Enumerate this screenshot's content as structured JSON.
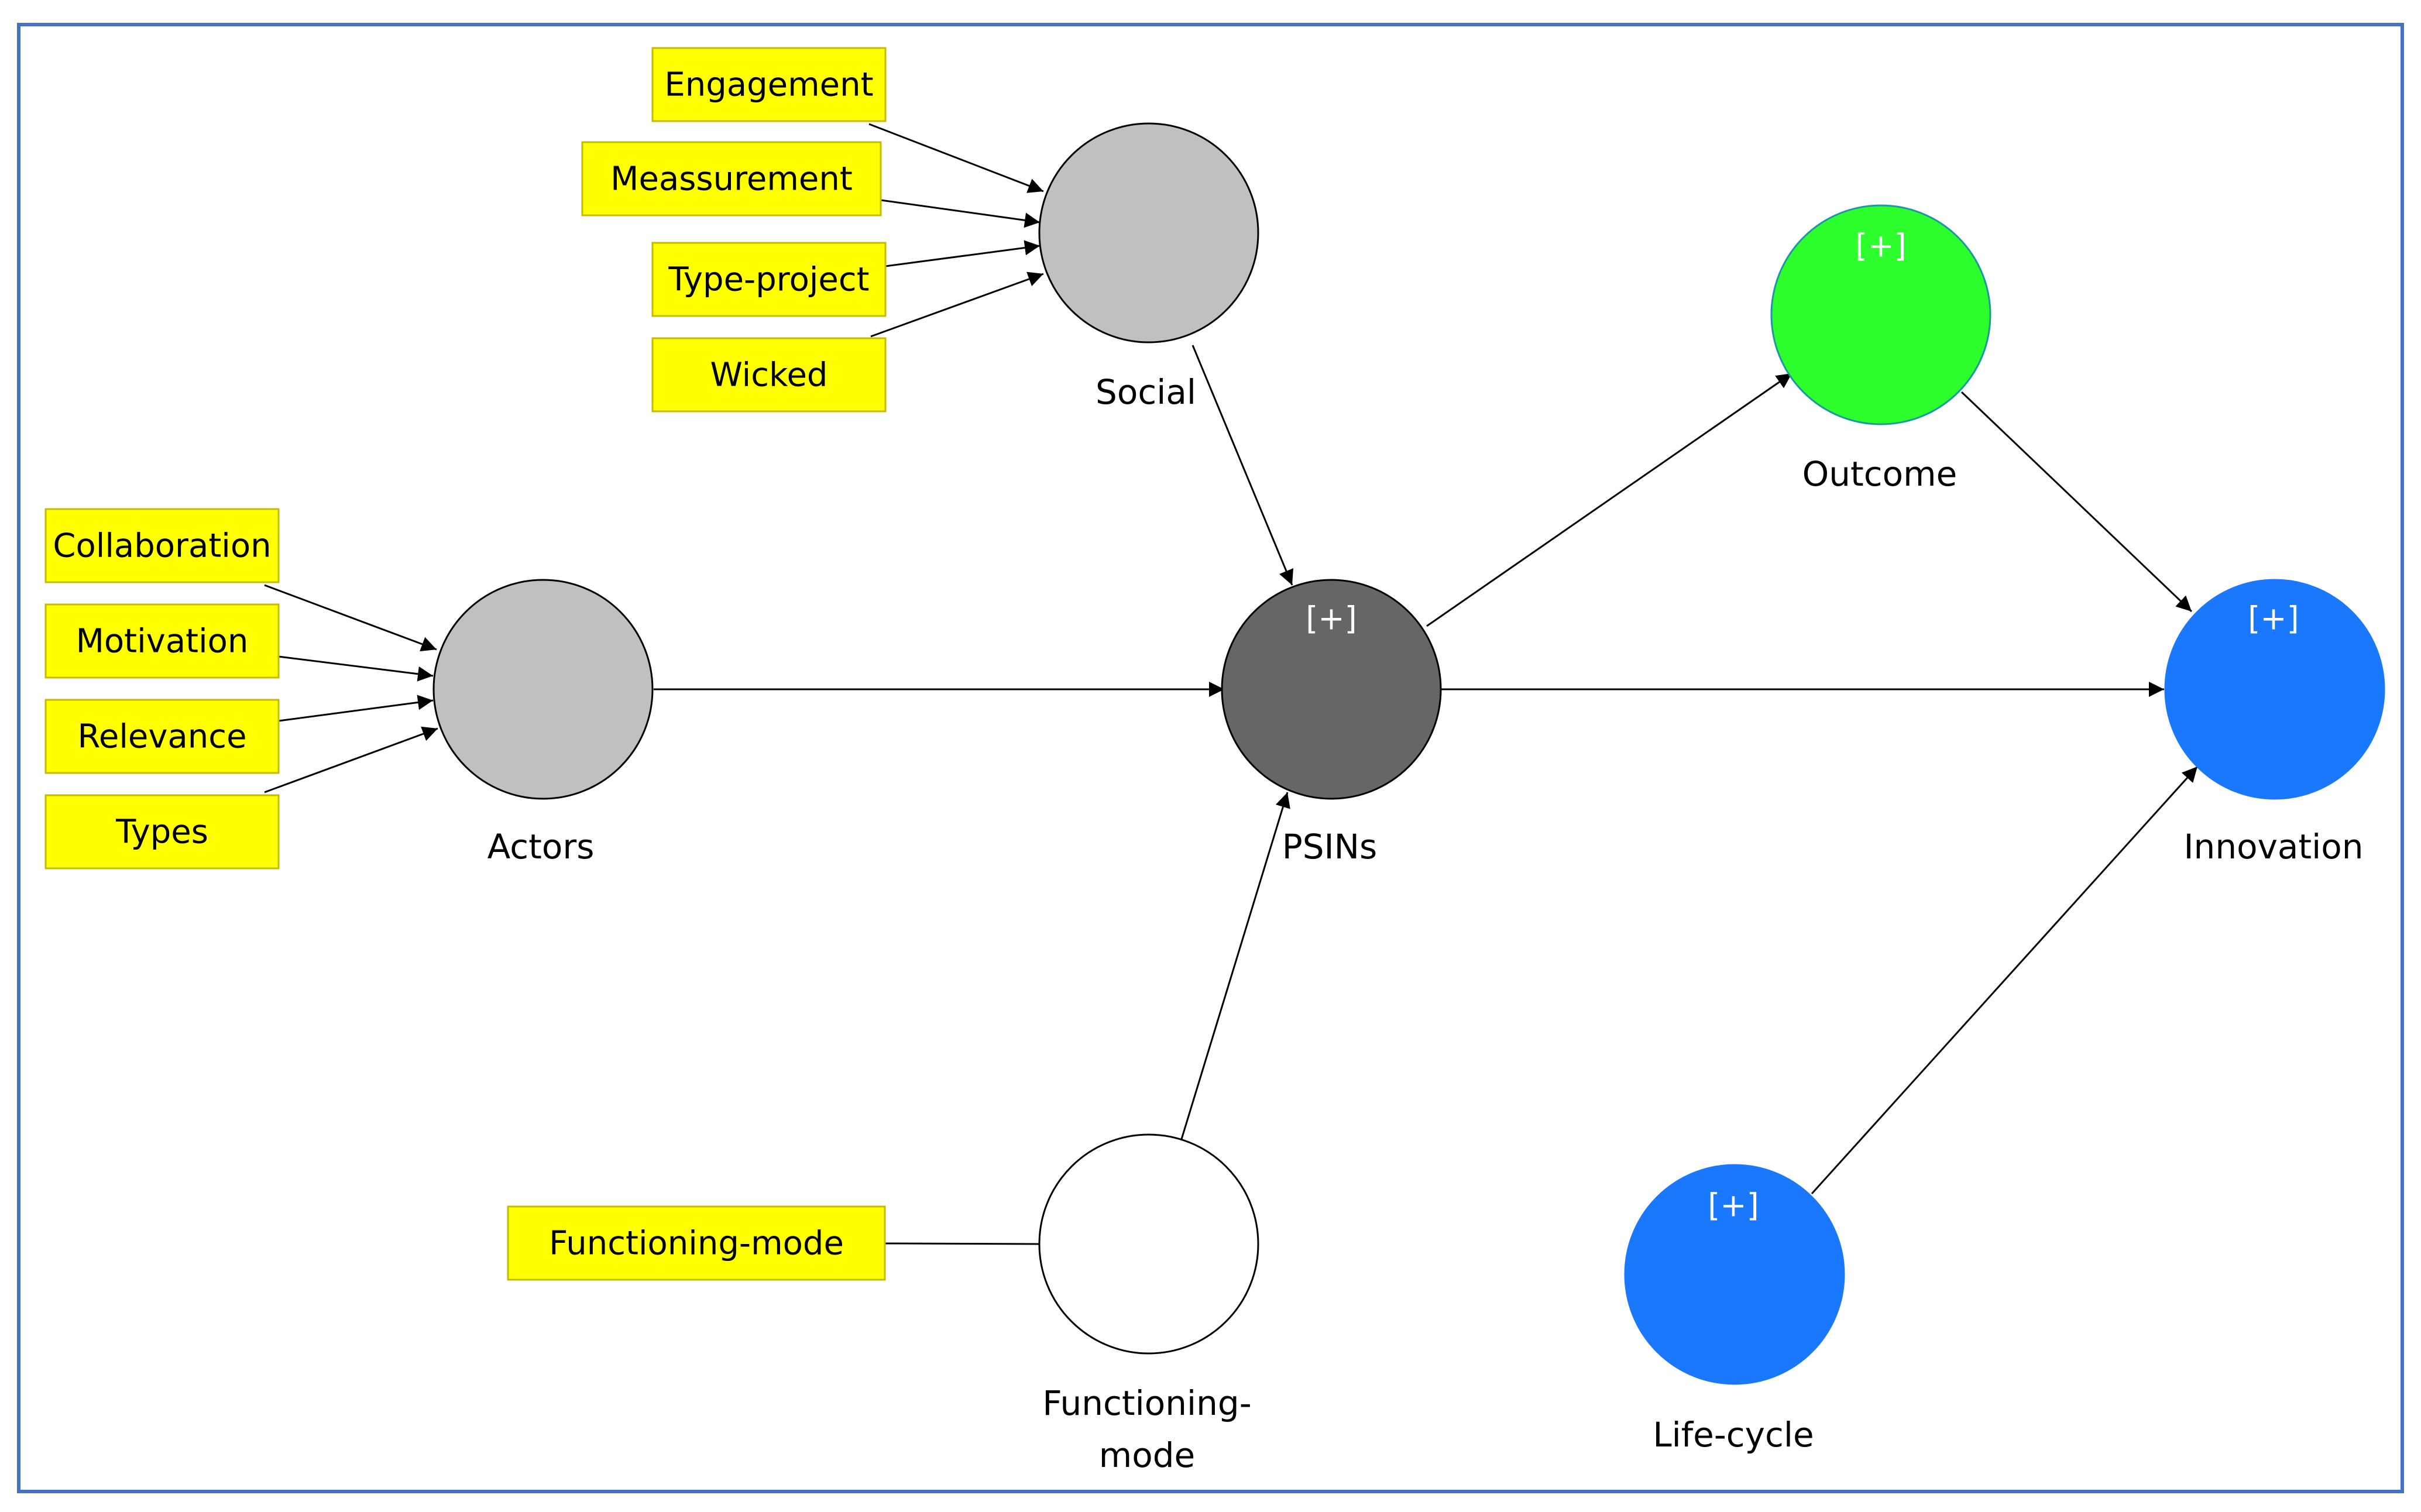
{
  "colors": {
    "frame": "#4472c4",
    "indicator_fill": "#ffff00",
    "indicator_border": "#c9b800",
    "edge": "#000000"
  },
  "nodes": {
    "social": {
      "label": "Social",
      "fill": "#c0c0c0"
    },
    "actors": {
      "label": "Actors",
      "fill": "#c0c0c0"
    },
    "psins": {
      "label": "PSINs",
      "fill": "#666666",
      "marker": "[+]"
    },
    "outcome": {
      "label": "Outcome",
      "fill": "#2cff2c",
      "marker": "[+]"
    },
    "innovation": {
      "label": "Innovation",
      "fill": "#1a78ff",
      "marker": "[+]"
    },
    "functioning_mode": {
      "label_line1": "Functioning-",
      "label_line2": "mode",
      "fill": "#ffffff"
    },
    "life_cycle": {
      "label": "Life-cycle",
      "fill": "#1a78ff",
      "marker": "[+]"
    }
  },
  "indicators": {
    "engagement": "Engagement",
    "meassurement": "Meassurement",
    "type_project": "Type-project",
    "wicked": "Wicked",
    "collaboration": "Collaboration",
    "motivation": "Motivation",
    "relevance": "Relevance",
    "types": "Types",
    "functioning_mode": "Functioning-mode"
  }
}
